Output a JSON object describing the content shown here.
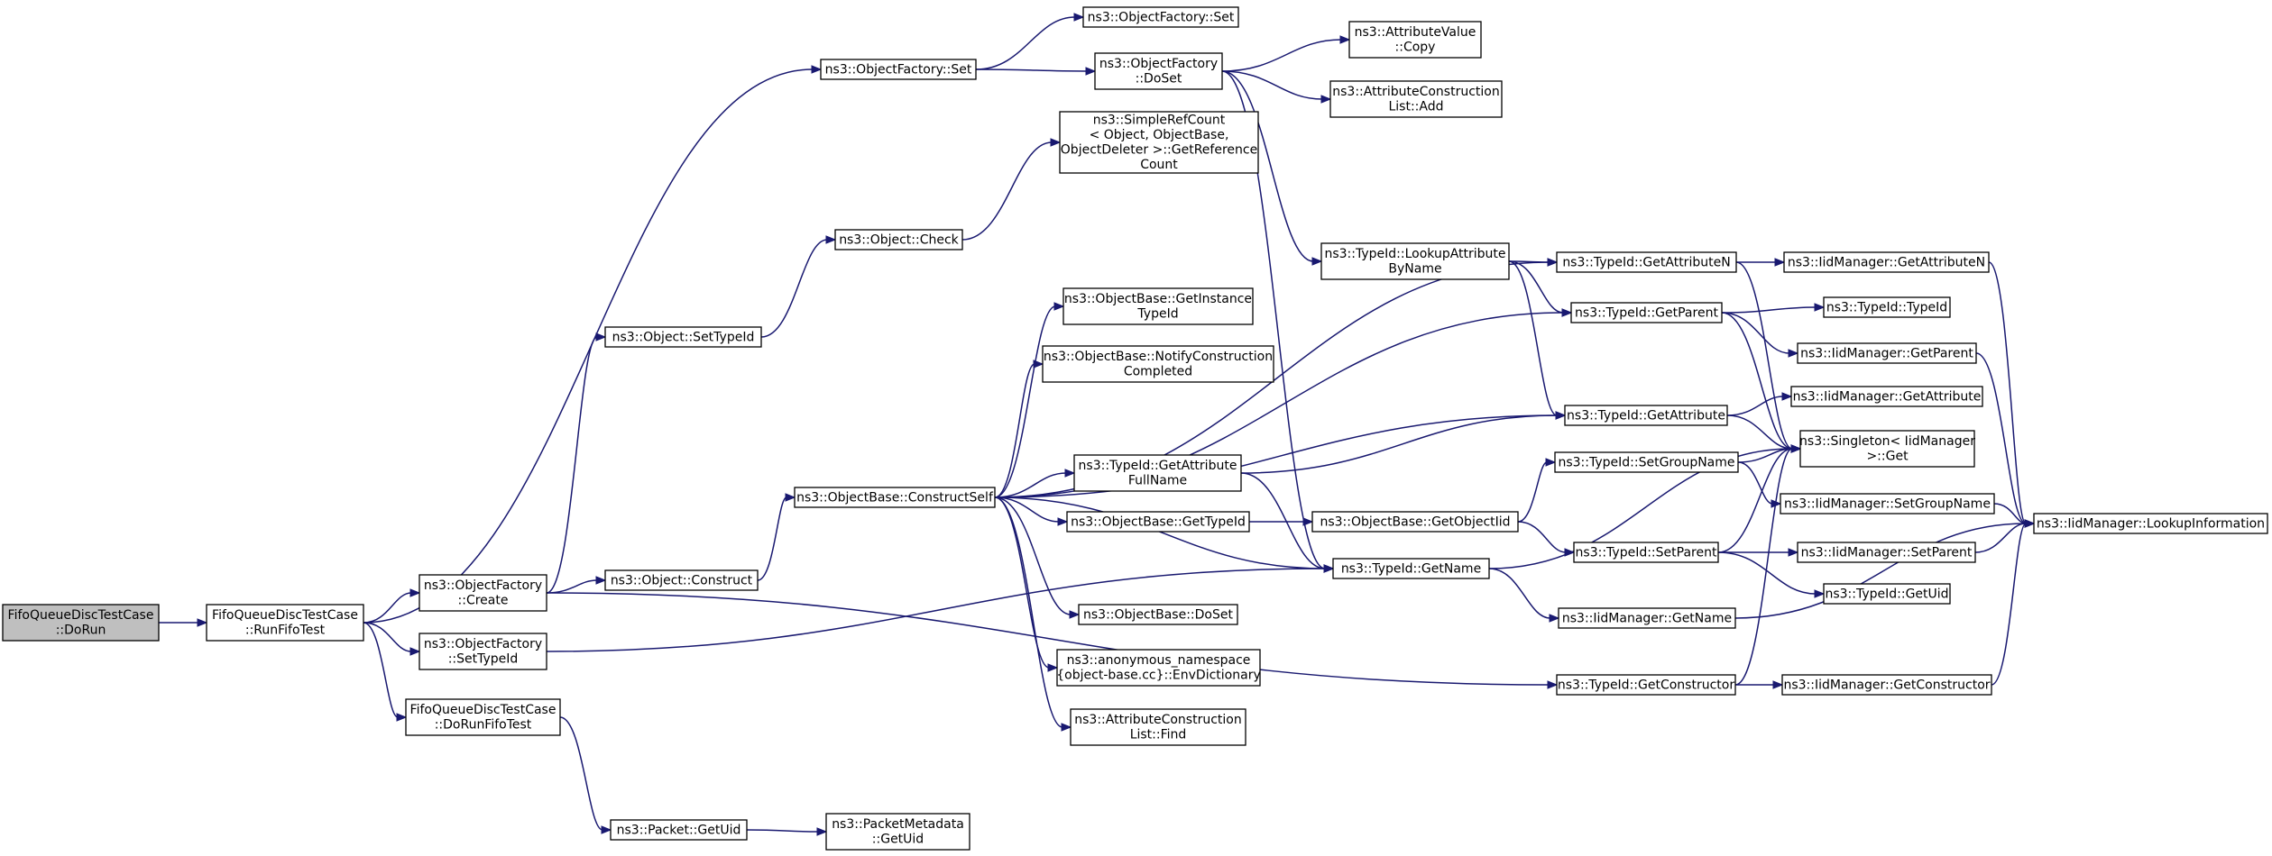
{
  "diagram": {
    "type": "call-graph",
    "colors": {
      "edge": "#191970",
      "root_fill": "#bfbfbf",
      "node_fill": "#ffffff",
      "node_border": "#000000"
    },
    "nodes": [
      {
        "id": "dorun",
        "lines": [
          "FifoQueueDiscTestCase",
          "::DoRun"
        ],
        "root": true
      },
      {
        "id": "runfifo",
        "lines": [
          "FifoQueueDiscTestCase",
          "::RunFifoTest"
        ]
      },
      {
        "id": "ofcreate",
        "lines": [
          "ns3::ObjectFactory",
          "::Create"
        ]
      },
      {
        "id": "ofsettypeid",
        "lines": [
          "ns3::ObjectFactory",
          "::SetTypeId"
        ]
      },
      {
        "id": "dorunfifo",
        "lines": [
          "FifoQueueDiscTestCase",
          "::DoRunFifoTest"
        ]
      },
      {
        "id": "ofset1",
        "lines": [
          "ns3::ObjectFactory::Set"
        ]
      },
      {
        "id": "objsettypeid",
        "lines": [
          "ns3::Object::SetTypeId"
        ]
      },
      {
        "id": "objconstruct",
        "lines": [
          "ns3::Object::Construct"
        ]
      },
      {
        "id": "pktgetuid",
        "lines": [
          "ns3::Packet::GetUid"
        ]
      },
      {
        "id": "pmgetuid",
        "lines": [
          "ns3::PacketMetadata",
          "::GetUid"
        ]
      },
      {
        "id": "objcheck",
        "lines": [
          "ns3::Object::Check"
        ]
      },
      {
        "id": "constructself",
        "lines": [
          "ns3::ObjectBase::ConstructSelf"
        ]
      },
      {
        "id": "ofset2",
        "lines": [
          "ns3::ObjectFactory::Set"
        ]
      },
      {
        "id": "ofdoset",
        "lines": [
          "ns3::ObjectFactory",
          "::DoSet"
        ]
      },
      {
        "id": "simplerefcount",
        "lines": [
          "ns3::SimpleRefCount",
          "< Object, ObjectBase,",
          "ObjectDeleter >::GetReference",
          "Count"
        ]
      },
      {
        "id": "getinstancetypeid",
        "lines": [
          "ns3::ObjectBase::GetInstance",
          "TypeId"
        ]
      },
      {
        "id": "notifyconstruction",
        "lines": [
          "ns3::ObjectBase::NotifyConstruction",
          "Completed"
        ]
      },
      {
        "id": "tidgetattrfullname",
        "lines": [
          "ns3::TypeId::GetAttribute",
          "FullName"
        ]
      },
      {
        "id": "obgettypeid",
        "lines": [
          "ns3::ObjectBase::GetTypeId"
        ]
      },
      {
        "id": "obdoset",
        "lines": [
          "ns3::ObjectBase::DoSet"
        ]
      },
      {
        "id": "envdict",
        "lines": [
          "ns3::anonymous_namespace",
          "{object-base.cc}::EnvDictionary"
        ]
      },
      {
        "id": "acfind",
        "lines": [
          "ns3::AttributeConstruction",
          "List::Find"
        ]
      },
      {
        "id": "avcopy",
        "lines": [
          "ns3::AttributeValue",
          "::Copy"
        ]
      },
      {
        "id": "acadd",
        "lines": [
          "ns3::AttributeConstruction",
          "List::Add"
        ]
      },
      {
        "id": "lookupattr",
        "lines": [
          "ns3::TypeId::LookupAttribute",
          "ByName"
        ]
      },
      {
        "id": "obgetobjectiid",
        "lines": [
          "ns3::ObjectBase::GetObjectIid"
        ]
      },
      {
        "id": "tidgetname",
        "lines": [
          "ns3::TypeId::GetName"
        ]
      },
      {
        "id": "tidgetattrn",
        "lines": [
          "ns3::TypeId::GetAttributeN"
        ]
      },
      {
        "id": "tidgetparent",
        "lines": [
          "ns3::TypeId::GetParent"
        ]
      },
      {
        "id": "tidgetattr",
        "lines": [
          "ns3::TypeId::GetAttribute"
        ]
      },
      {
        "id": "tidsetgroup",
        "lines": [
          "ns3::TypeId::SetGroupName"
        ]
      },
      {
        "id": "tidsetparent",
        "lines": [
          "ns3::TypeId::SetParent"
        ]
      },
      {
        "id": "iidgetname",
        "lines": [
          "ns3::IidManager::GetName"
        ]
      },
      {
        "id": "tidgetctor",
        "lines": [
          "ns3::TypeId::GetConstructor"
        ]
      },
      {
        "id": "iidgetattrn",
        "lines": [
          "ns3::IidManager::GetAttributeN"
        ]
      },
      {
        "id": "tidtypeid",
        "lines": [
          "ns3::TypeId::TypeId"
        ]
      },
      {
        "id": "iidgetparent",
        "lines": [
          "ns3::IidManager::GetParent"
        ]
      },
      {
        "id": "iidgetattr",
        "lines": [
          "ns3::IidManager::GetAttribute"
        ]
      },
      {
        "id": "singleton",
        "lines": [
          "ns3::Singleton< IidManager",
          ">::Get"
        ]
      },
      {
        "id": "iidsetgroup",
        "lines": [
          "ns3::IidManager::SetGroupName"
        ]
      },
      {
        "id": "iidsetparent",
        "lines": [
          "ns3::IidManager::SetParent"
        ]
      },
      {
        "id": "tidgetuid",
        "lines": [
          "ns3::TypeId::GetUid"
        ]
      },
      {
        "id": "iidgetctor",
        "lines": [
          "ns3::IidManager::GetConstructor"
        ]
      },
      {
        "id": "iidlookup",
        "lines": [
          "ns3::IidManager::LookupInformation"
        ]
      }
    ],
    "edges": [
      [
        "dorun",
        "runfifo"
      ],
      [
        "runfifo",
        "ofcreate"
      ],
      [
        "runfifo",
        "ofsettypeid"
      ],
      [
        "runfifo",
        "dorunfifo"
      ],
      [
        "runfifo",
        "ofset1"
      ],
      [
        "ofcreate",
        "objsettypeid"
      ],
      [
        "ofcreate",
        "objconstruct"
      ],
      [
        "ofcreate",
        "tidgetctor"
      ],
      [
        "ofsettypeid",
        "tidgetname"
      ],
      [
        "dorunfifo",
        "pktgetuid"
      ],
      [
        "pktgetuid",
        "pmgetuid"
      ],
      [
        "objsettypeid",
        "objcheck"
      ],
      [
        "objcheck",
        "simplerefcount"
      ],
      [
        "objconstruct",
        "constructself"
      ],
      [
        "ofset1",
        "ofset2"
      ],
      [
        "ofset1",
        "ofdoset"
      ],
      [
        "ofdoset",
        "avcopy"
      ],
      [
        "ofdoset",
        "acadd"
      ],
      [
        "ofdoset",
        "lookupattr"
      ],
      [
        "ofdoset",
        "tidgetname"
      ],
      [
        "constructself",
        "getinstancetypeid"
      ],
      [
        "constructself",
        "notifyconstruction"
      ],
      [
        "constructself",
        "tidgetattrfullname"
      ],
      [
        "constructself",
        "obgettypeid"
      ],
      [
        "constructself",
        "obdoset"
      ],
      [
        "constructself",
        "envdict"
      ],
      [
        "constructself",
        "acfind"
      ],
      [
        "constructself",
        "tidgetname"
      ],
      [
        "constructself",
        "tidgetattr"
      ],
      [
        "constructself",
        "tidgetparent"
      ],
      [
        "constructself",
        "tidgetattrn"
      ],
      [
        "tidgetattrfullname",
        "tidgetattr"
      ],
      [
        "tidgetattrfullname",
        "tidgetname"
      ],
      [
        "obgettypeid",
        "obgetobjectiid"
      ],
      [
        "obgetobjectiid",
        "tidsetgroup"
      ],
      [
        "obgetobjectiid",
        "tidsetparent"
      ],
      [
        "lookupattr",
        "tidgetattrn"
      ],
      [
        "lookupattr",
        "tidgetparent"
      ],
      [
        "lookupattr",
        "tidgetattr"
      ],
      [
        "tidgetname",
        "iidgetname"
      ],
      [
        "tidgetname",
        "singleton"
      ],
      [
        "tidgetattrn",
        "iidgetattrn"
      ],
      [
        "tidgetattrn",
        "singleton"
      ],
      [
        "tidgetparent",
        "tidtypeid"
      ],
      [
        "tidgetparent",
        "iidgetparent"
      ],
      [
        "tidgetparent",
        "singleton"
      ],
      [
        "tidgetattr",
        "iidgetattr"
      ],
      [
        "tidgetattr",
        "singleton"
      ],
      [
        "tidsetgroup",
        "singleton"
      ],
      [
        "tidsetgroup",
        "iidsetgroup"
      ],
      [
        "tidsetparent",
        "singleton"
      ],
      [
        "tidsetparent",
        "iidsetparent"
      ],
      [
        "tidsetparent",
        "tidgetuid"
      ],
      [
        "tidgetctor",
        "singleton"
      ],
      [
        "tidgetctor",
        "iidgetctor"
      ],
      [
        "iidgetname",
        "iidlookup"
      ],
      [
        "iidgetattrn",
        "iidlookup"
      ],
      [
        "iidgetparent",
        "iidlookup"
      ],
      [
        "iidsetgroup",
        "iidlookup"
      ],
      [
        "iidsetparent",
        "iidlookup"
      ],
      [
        "iidgetctor",
        "iidlookup"
      ]
    ]
  }
}
